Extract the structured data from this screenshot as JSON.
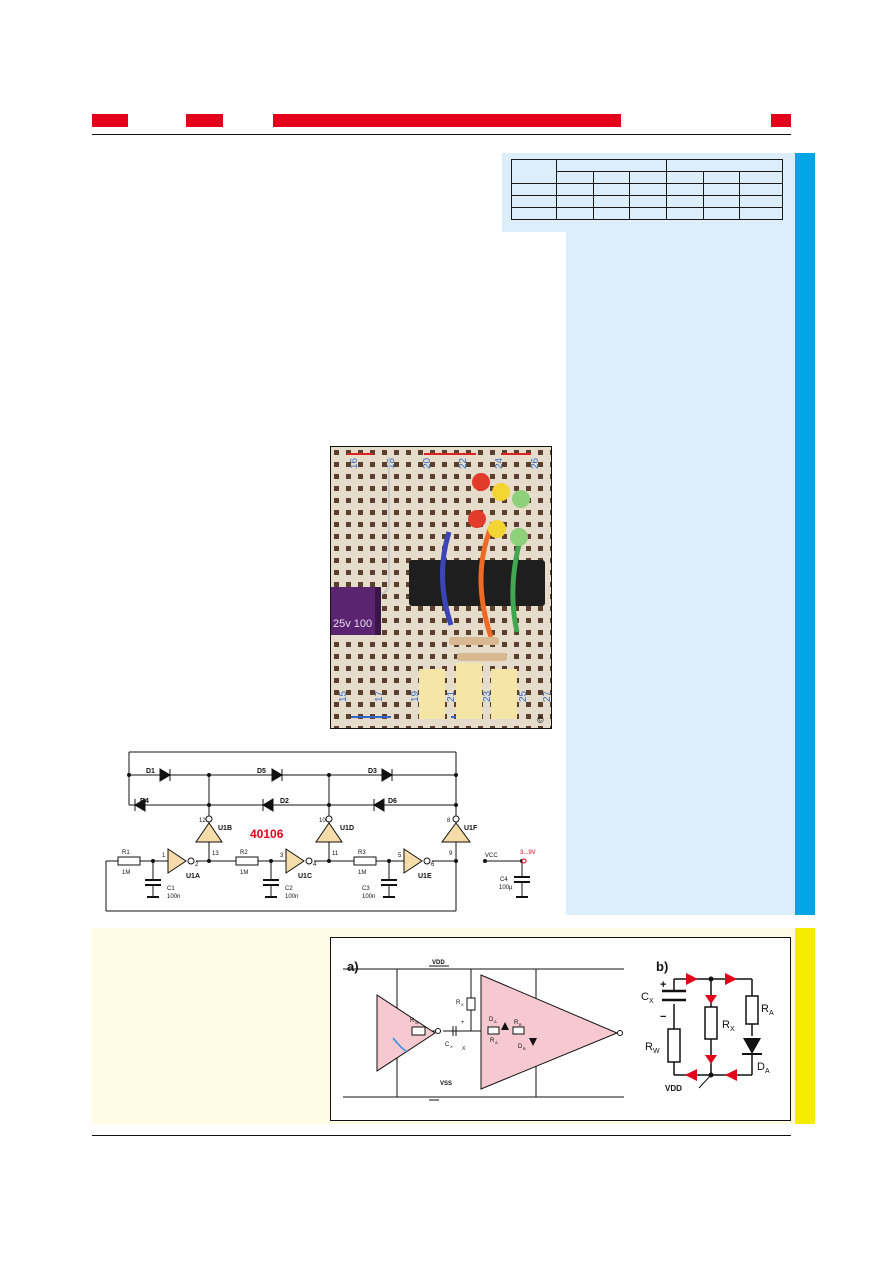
{
  "schematic": {
    "chip_label": "40106",
    "diodes": [
      "D1",
      "D5",
      "D3",
      "D4",
      "D2",
      "D6"
    ],
    "gates": [
      "U1A",
      "U1B",
      "U1C",
      "U1D",
      "U1E",
      "U1F"
    ],
    "pins": [
      "1",
      "2",
      "12",
      "13",
      "3",
      "4",
      "10",
      "11",
      "5",
      "6",
      "8",
      "9"
    ],
    "resistors": [
      {
        "ref": "R1",
        "value": "1M"
      },
      {
        "ref": "R2",
        "value": "1M"
      },
      {
        "ref": "R3",
        "value": "1M"
      }
    ],
    "capacitors": [
      {
        "ref": "C1",
        "value": "100n"
      },
      {
        "ref": "C2",
        "value": "100n"
      },
      {
        "ref": "C3",
        "value": "100n"
      },
      {
        "ref": "C4",
        "value": "100µ"
      }
    ],
    "supply": {
      "label": "VCC",
      "voltage": "3...9V"
    }
  },
  "photo": {
    "column_numbers": [
      "16",
      "18",
      "20",
      "22",
      "24",
      "26",
      "15",
      "17",
      "19",
      "21",
      "23",
      "25",
      "27"
    ],
    "capacitor_marking": "25v 100",
    "copyright_mark": "©"
  },
  "figure": {
    "a": {
      "label": "a)",
      "vdd": "VDD",
      "vss": "VSS",
      "rw": "R",
      "rw_sub": "W",
      "rx": "R",
      "rx_sub": "X",
      "cx": "C",
      "cx_sub": "X",
      "plus": "+",
      "x_mark": "X",
      "da": "D",
      "da_sub": "A",
      "db": "D",
      "db_sub": "B",
      "ra": "R",
      "ra_sub": "A",
      "rb": "R",
      "rb_sub": "B"
    },
    "b": {
      "label": "b)",
      "cx": "C",
      "cx_sub": "X",
      "rw": "R",
      "rw_sub": "W",
      "rx": "R",
      "rx_sub": "X",
      "ra": "R",
      "ra_sub": "A",
      "da": "D",
      "da_sub": "A",
      "vdd": "VDD",
      "plus": "+",
      "minus": "−"
    }
  },
  "colors": {
    "header_red": "#e2001a",
    "side_blue": "#00a5e6",
    "panel_blue": "#dceef9",
    "side_yellow": "#f5ec00",
    "panel_yellow": "#fffbe6",
    "figure_pink": "#f6c8cf"
  }
}
